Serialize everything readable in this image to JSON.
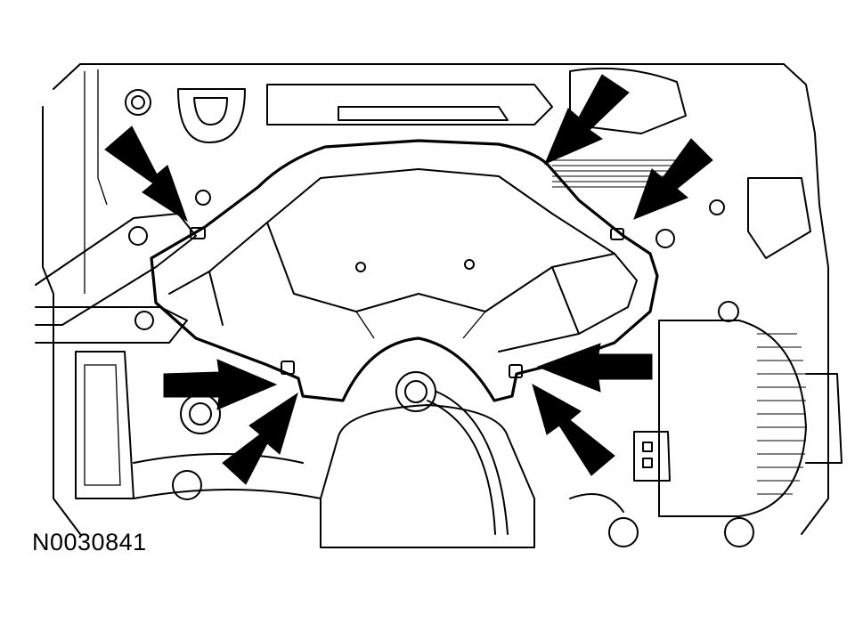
{
  "figure": {
    "id": "N0030841",
    "colors": {
      "line": "#000000",
      "background": "#ffffff",
      "arrow": "#000000"
    },
    "arrows": [
      {
        "name": "upper-left-arrow-icon",
        "target": "upper-left-clip"
      },
      {
        "name": "upper-center-arrow-icon",
        "target": "upper-right-edge"
      },
      {
        "name": "upper-right-arrow-icon",
        "target": "upper-right-clip"
      },
      {
        "name": "middle-left-arrow-icon",
        "target": "lower-left-clip"
      },
      {
        "name": "lower-left-arrow-icon",
        "target": "lower-left-clip"
      },
      {
        "name": "middle-right-arrow-icon",
        "target": "lower-right-clip"
      },
      {
        "name": "lower-right-arrow-icon",
        "target": "lower-right-clip"
      }
    ]
  }
}
